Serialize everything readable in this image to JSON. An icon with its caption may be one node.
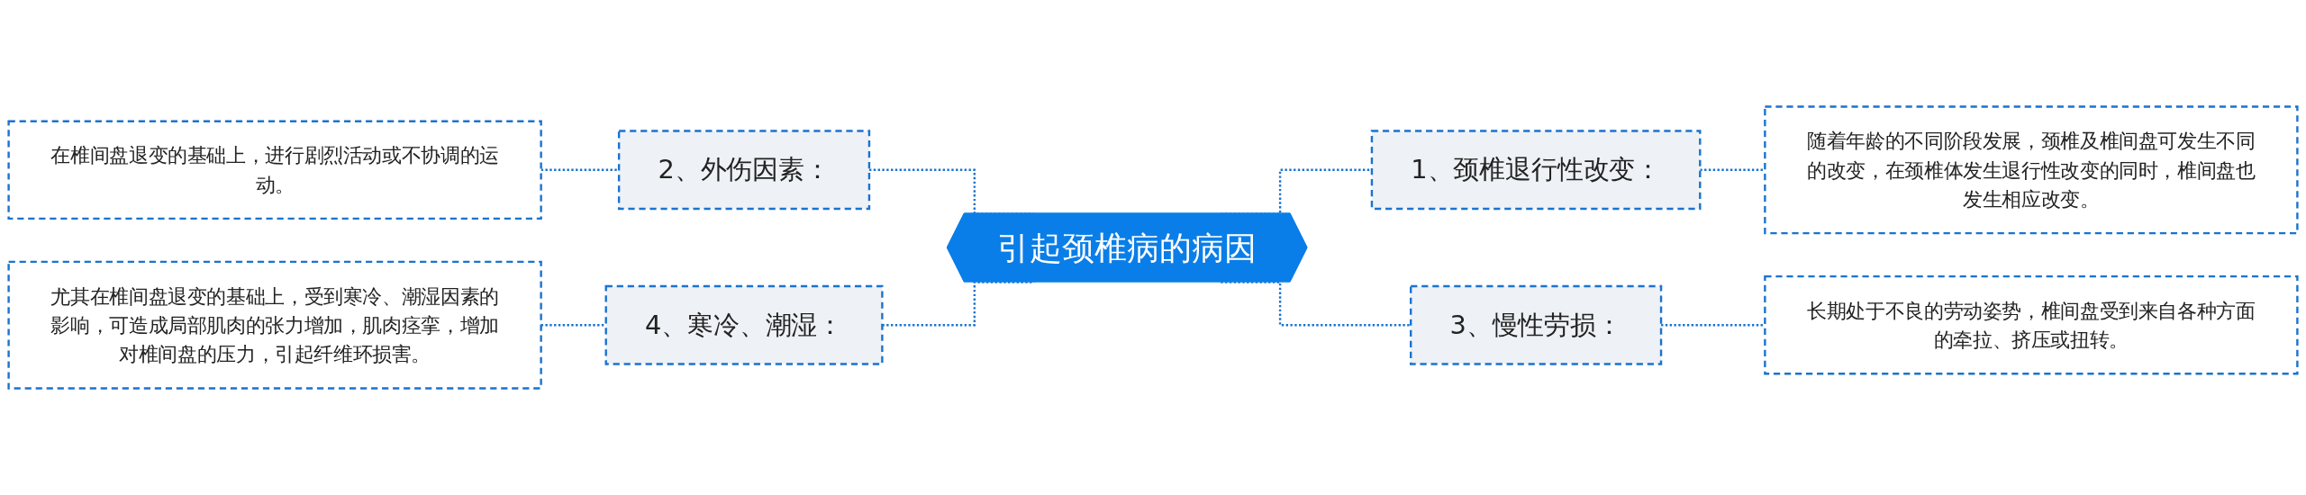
{
  "diagram": {
    "nodes": [
      {
        "text": [
          "引起颈椎病的病因"
        ]
      },
      {
        "text": [
          "1、颈椎退行性改变："
        ]
      },
      {
        "text": [
          "随着年龄的不同阶段发展，颈椎及椎间盘可发生不同的改变，在颈椎体发生退行性改变的同时，椎间盘也发生相应改变。"
        ]
      },
      {
        "text": [
          "2、外伤因素："
        ]
      },
      {
        "text": [
          "在椎间盘退变的基础上，进行剧烈活动或不协调的运动。"
        ]
      },
      {
        "text": [
          "3、慢性劳损："
        ]
      },
      {
        "text": [
          "长期处于不良的劳动姿势，椎间盘受到来自各种方面的牵拉、挤压或扭转。"
        ]
      },
      {
        "text": [
          "4、寒冷、潮湿："
        ]
      },
      {
        "text": [
          "尤其在椎间盘退变的基础上，受到寒冷、潮湿因素的影响，可造成局部肌肉的张力增加，肌肉痉挛，增加对椎间盘的压力，引起纤维环损害。"
        ]
      }
    ],
    "edges": [
      {
        "from": 4,
        "to": 3,
        "arrow": "none",
        "style": "dashed"
      },
      {
        "from": 3,
        "to": 0,
        "arrow": "none",
        "style": "dashed"
      },
      {
        "from": 8,
        "to": 7,
        "arrow": "none",
        "style": "dashed"
      },
      {
        "from": 7,
        "to": 0,
        "arrow": "none",
        "style": "dashed"
      },
      {
        "from": 0,
        "to": 1,
        "arrow": "none",
        "style": "dashed"
      },
      {
        "from": 1,
        "to": 2,
        "arrow": "none",
        "style": "dashed"
      },
      {
        "from": 0,
        "to": 5,
        "arrow": "none",
        "style": "dashed"
      },
      {
        "from": 5,
        "to": 6,
        "arrow": "none",
        "style": "dashed"
      }
    ]
  }
}
